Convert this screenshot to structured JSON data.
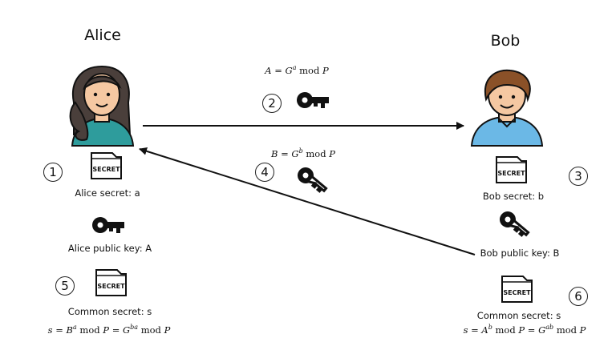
{
  "alice": {
    "name": "Alice",
    "secret_label": "Alice secret: a",
    "public_key_label": "Alice public key: A",
    "common_label": "Common secret: s"
  },
  "bob": {
    "name": "Bob",
    "secret_label": "Bob secret: b",
    "public_key_label": "Bob public key: B",
    "common_label": "Common secret: s"
  },
  "badge_text": "SECRET",
  "steps": [
    "1",
    "2",
    "3",
    "4",
    "5",
    "6"
  ],
  "formulas": {
    "A": {
      "lhs": "A",
      "eq": "=",
      "base": "G",
      "exp": "a",
      "mod": "mod",
      "mod_var": "P"
    },
    "B": {
      "lhs": "B",
      "eq": "=",
      "base": "G",
      "exp": "b",
      "mod": "mod",
      "mod_var": "P"
    },
    "alice_s": {
      "lhs": "s",
      "eq": "=",
      "base1": "B",
      "exp1": "a",
      "mod1": "mod",
      "mod_var1": "P",
      "eq2": "=",
      "base2": "G",
      "exp2": "ba",
      "mod2": "mod",
      "mod_var2": "P"
    },
    "bob_s": {
      "lhs": "s",
      "eq": "=",
      "base1": "A",
      "exp1": "b",
      "mod1": "mod",
      "mod_var1": "P",
      "eq2": "=",
      "base2": "G",
      "exp2": "ab",
      "mod2": "mod",
      "mod_var2": "P"
    }
  },
  "icons": {
    "alice_avatar": "woman-avatar-icon",
    "bob_avatar": "man-avatar-icon",
    "secret": "secret-document-icon",
    "key": "key-icon"
  },
  "colors": {
    "alice_shirt": "#2e9c9c",
    "bob_shirt": "#6bb8e6",
    "skin": "#f5c8a2",
    "alice_hair": "#4a3f3b",
    "bob_hair": "#8a5128",
    "ink": "#111111"
  }
}
